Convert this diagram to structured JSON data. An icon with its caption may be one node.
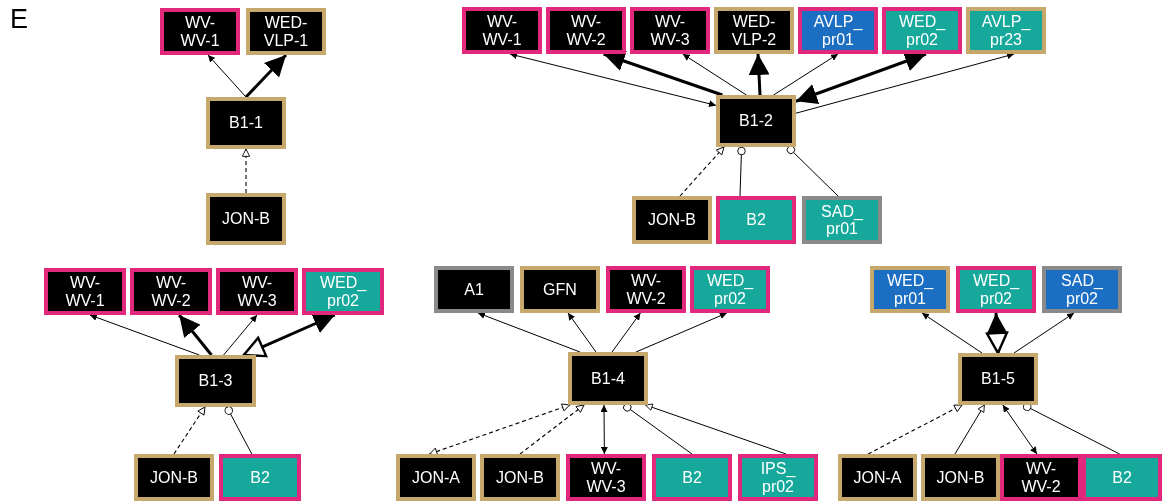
{
  "diagram": {
    "nodes": [
      {
        "text": [
          "WV- WV-1"
        ]
      },
      {
        "text": [
          "WED- VLP-1"
        ]
      },
      {
        "text": [
          "B1-1"
        ]
      },
      {
        "text": [
          "JON-B"
        ]
      },
      {
        "text": [
          "WV- WV-1"
        ]
      },
      {
        "text": [
          "WV- WV-2"
        ]
      },
      {
        "text": [
          "WV- WV-3"
        ]
      },
      {
        "text": [
          "WED- VLP-2"
        ]
      },
      {
        "text": [
          "AVLP_ pr01"
        ]
      },
      {
        "text": [
          "WED_ pr02"
        ]
      },
      {
        "text": [
          "AVLP_ pr23"
        ]
      },
      {
        "text": [
          "B1-2"
        ]
      },
      {
        "text": [
          "JON-B"
        ]
      },
      {
        "text": [
          "B2"
        ]
      },
      {
        "text": [
          "SAD_ pr01"
        ]
      },
      {
        "text": [
          "WV- WV-1"
        ]
      },
      {
        "text": [
          "WV- WV-2"
        ]
      },
      {
        "text": [
          "WV- WV-3"
        ]
      },
      {
        "text": [
          "WED_ pr02"
        ]
      },
      {
        "text": [
          "B1-3"
        ]
      },
      {
        "text": [
          "JON-B"
        ]
      },
      {
        "text": [
          "B2"
        ]
      },
      {
        "text": [
          "A1"
        ]
      },
      {
        "text": [
          "GFN"
        ]
      },
      {
        "text": [
          "WV- WV-2"
        ]
      },
      {
        "text": [
          "WED_ pr02"
        ]
      },
      {
        "text": [
          "B1-4"
        ]
      },
      {
        "text": [
          "JON-A"
        ]
      },
      {
        "text": [
          "JON-B"
        ]
      },
      {
        "text": [
          "WV- WV-3"
        ]
      },
      {
        "text": [
          "B2"
        ]
      },
      {
        "text": [
          "IPS_ pr02"
        ]
      },
      {
        "text": [
          "WED_ pr01"
        ]
      },
      {
        "text": [
          "WED_ pr02"
        ]
      },
      {
        "text": [
          "SAD_ pr02"
        ]
      },
      {
        "text": [
          "B1-5"
        ]
      },
      {
        "text": [
          "JON-A"
        ]
      },
      {
        "text": [
          "JON-B"
        ]
      },
      {
        "text": [
          "WV- WV-2"
        ]
      },
      {
        "text": [
          "B2"
        ]
      }
    ],
    "edges": [
      {
        "from": 2,
        "to": 0,
        "arrow": "to"
      },
      {
        "from": 2,
        "to": 1,
        "arrow": "to",
        "style": "thick"
      },
      {
        "from": 3,
        "to": 2,
        "arrow": "to",
        "style": "dashed"
      },
      {
        "from": 11,
        "to": 4,
        "arrow": "both"
      },
      {
        "from": 11,
        "to": 5,
        "arrow": "to",
        "style": "thick"
      },
      {
        "from": 11,
        "to": 6,
        "arrow": "to"
      },
      {
        "from": 11,
        "to": 7,
        "arrow": "to",
        "style": "thick"
      },
      {
        "from": 11,
        "to": 8,
        "arrow": "to"
      },
      {
        "from": 11,
        "to": 9,
        "arrow": "both",
        "style": "thick"
      },
      {
        "from": 11,
        "to": 10,
        "arrow": "to"
      },
      {
        "from": 12,
        "to": 11,
        "arrow": "to",
        "style": "dashed"
      },
      {
        "from": 13,
        "to": 11,
        "arrow": "other"
      },
      {
        "from": 14,
        "to": 11,
        "arrow": "other"
      },
      {
        "from": 19,
        "to": 15,
        "arrow": "to"
      },
      {
        "from": 19,
        "to": 16,
        "arrow": "to",
        "style": "thick"
      },
      {
        "from": 19,
        "to": 17,
        "arrow": "to"
      },
      {
        "from": 19,
        "to": 18,
        "arrow": "both",
        "style": "thick"
      },
      {
        "from": 20,
        "to": 19,
        "arrow": "to",
        "style": "dashed"
      },
      {
        "from": 21,
        "to": 19,
        "arrow": "other"
      },
      {
        "from": 26,
        "to": 22,
        "arrow": "to"
      },
      {
        "from": 26,
        "to": 23,
        "arrow": "to"
      },
      {
        "from": 26,
        "to": 24,
        "arrow": "to"
      },
      {
        "from": 26,
        "to": 25,
        "arrow": "to"
      },
      {
        "from": 27,
        "to": 26,
        "arrow": "both",
        "style": "dashed"
      },
      {
        "from": 28,
        "to": 26,
        "arrow": "to",
        "style": "dashed"
      },
      {
        "from": 29,
        "to": 26,
        "arrow": "both"
      },
      {
        "from": 30,
        "to": 26,
        "arrow": "other"
      },
      {
        "from": 31,
        "to": 26,
        "arrow": "to"
      },
      {
        "from": 35,
        "to": 32,
        "arrow": "to"
      },
      {
        "from": 35,
        "to": 33,
        "arrow": "both",
        "style": "thick"
      },
      {
        "from": 35,
        "to": 34,
        "arrow": "to"
      },
      {
        "from": 36,
        "to": 35,
        "arrow": "to",
        "style": "dashed"
      },
      {
        "from": 37,
        "to": 35,
        "arrow": "to"
      },
      {
        "from": 38,
        "to": 35,
        "arrow": "both"
      },
      {
        "from": 39,
        "to": 35,
        "arrow": "other"
      }
    ],
    "labels": [
      "E"
    ]
  }
}
